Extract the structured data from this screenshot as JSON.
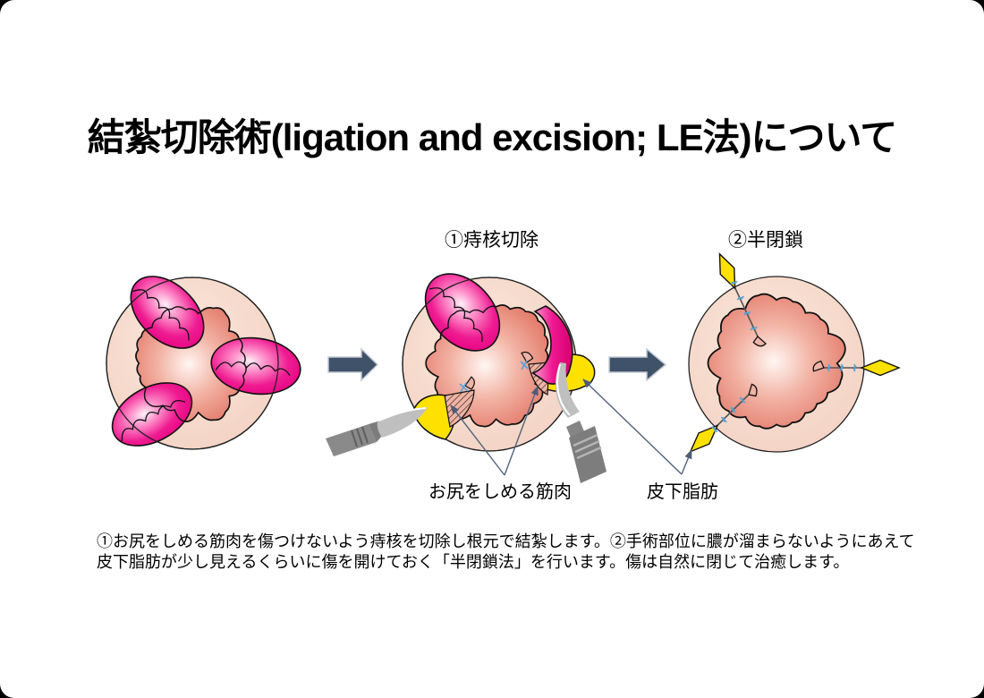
{
  "title": "結紮切除術(ligation and excision; LE法)について",
  "steps": {
    "step1": "①痔核切除",
    "step2": "②半閉鎖"
  },
  "annotations": {
    "muscle": "お尻をしめる筋肉",
    "fat": "皮下脂肪"
  },
  "description": {
    "line1": "①お尻をしめる筋肉を傷つけないよう痔核を切除し根元で結紮します。②手術部位に膿が溜まらないようにあえて",
    "line2": "皮下脂肪が少し見えるくらいに傷を開けておく「半閉鎖法」を行います。傷は自然に閉じて治癒します。"
  },
  "colors": {
    "background": "#ffffff",
    "title_text": "#000000",
    "hemorrhoid_pink": "#e4007f",
    "mucosa_red": "#e17364",
    "skin_peach": "#f2cfc0",
    "fat_yellow": "#ffe100",
    "arrow_slate": "#3f5269",
    "stitch_blue": "#55a3da",
    "pointer_line": "#51637e",
    "scalpel_gray": "#8a8a8a"
  }
}
